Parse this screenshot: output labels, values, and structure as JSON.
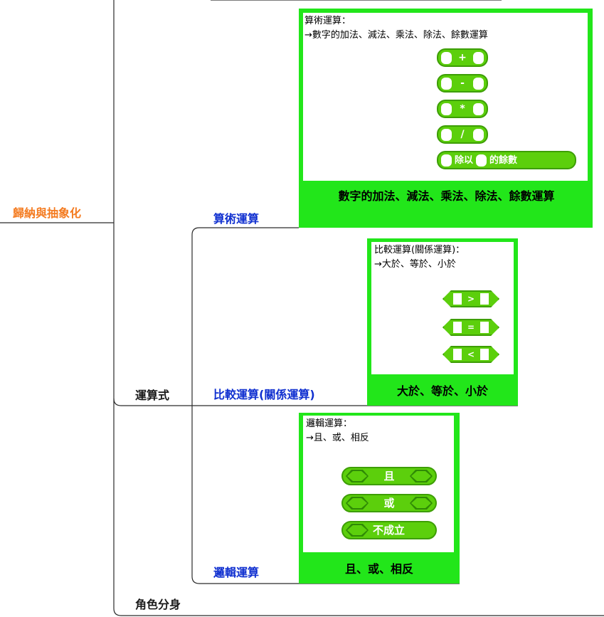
{
  "root": "歸納與抽象化",
  "branch": "運算式",
  "next_branch": "角色分身",
  "topics": [
    {
      "label": "算術運算",
      "card_lines": [
        "算術運算：",
        "→數字的加法、減法、乘法、除法、餘數運算"
      ],
      "summary": "數字的加法、減法、乘法、除法、餘數運算",
      "blocks": [
        "+",
        "-",
        "*",
        "/"
      ],
      "mod_block": {
        "left": "除以",
        "right": "的餘數"
      }
    },
    {
      "label": "比較運算(關係運算)",
      "card_lines": [
        "比較運算(關係運算)：",
        "→大於、等於、小於"
      ],
      "summary": "大於、等於、小於",
      "blocks": [
        ">",
        "=",
        "<"
      ]
    },
    {
      "label": "邏輯運算",
      "card_lines": [
        "邏輯運算：",
        "→且、或、相反"
      ],
      "summary": "且、或、相反",
      "blocks": [
        "且",
        "或",
        "不成立"
      ]
    }
  ]
}
